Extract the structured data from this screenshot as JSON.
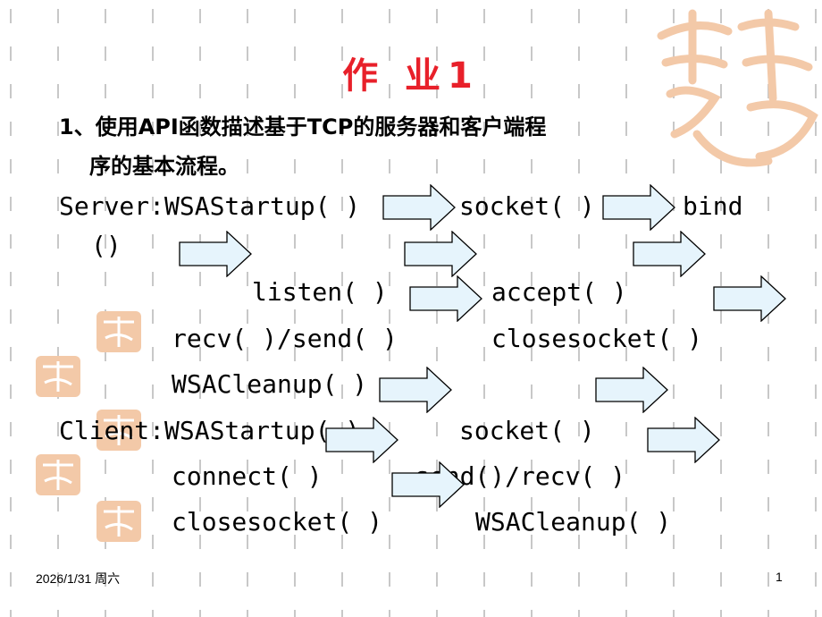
{
  "title": "作 业1",
  "question": {
    "line1": "1、使用API函数描述基于TCP的服务器和客户端程",
    "line2": "序的基本流程。"
  },
  "server": {
    "line1": "Server:WSAStartup( )",
    "socket": "socket( )",
    "bind": "bind",
    "paren": "()",
    "listen": "listen( )",
    "accept": "accept( )",
    "recv_send": "recv( )/send( )",
    "closesocket": "closesocket( )",
    "cleanup": "WSACleanup( )"
  },
  "client": {
    "line1": "Client:WSAStartup( )",
    "socket": "socket( )",
    "connect": "connect( )",
    "send_recv": "send()/recv( )",
    "closesocket": "closesocket( )",
    "cleanup": "WSACleanup( )"
  },
  "footer": {
    "date": "2026/1/31 周六",
    "page": "1"
  },
  "colors": {
    "title": "#e8202a",
    "arrow_fill": "#e6f4fc",
    "seal": "#f3c9a8"
  }
}
